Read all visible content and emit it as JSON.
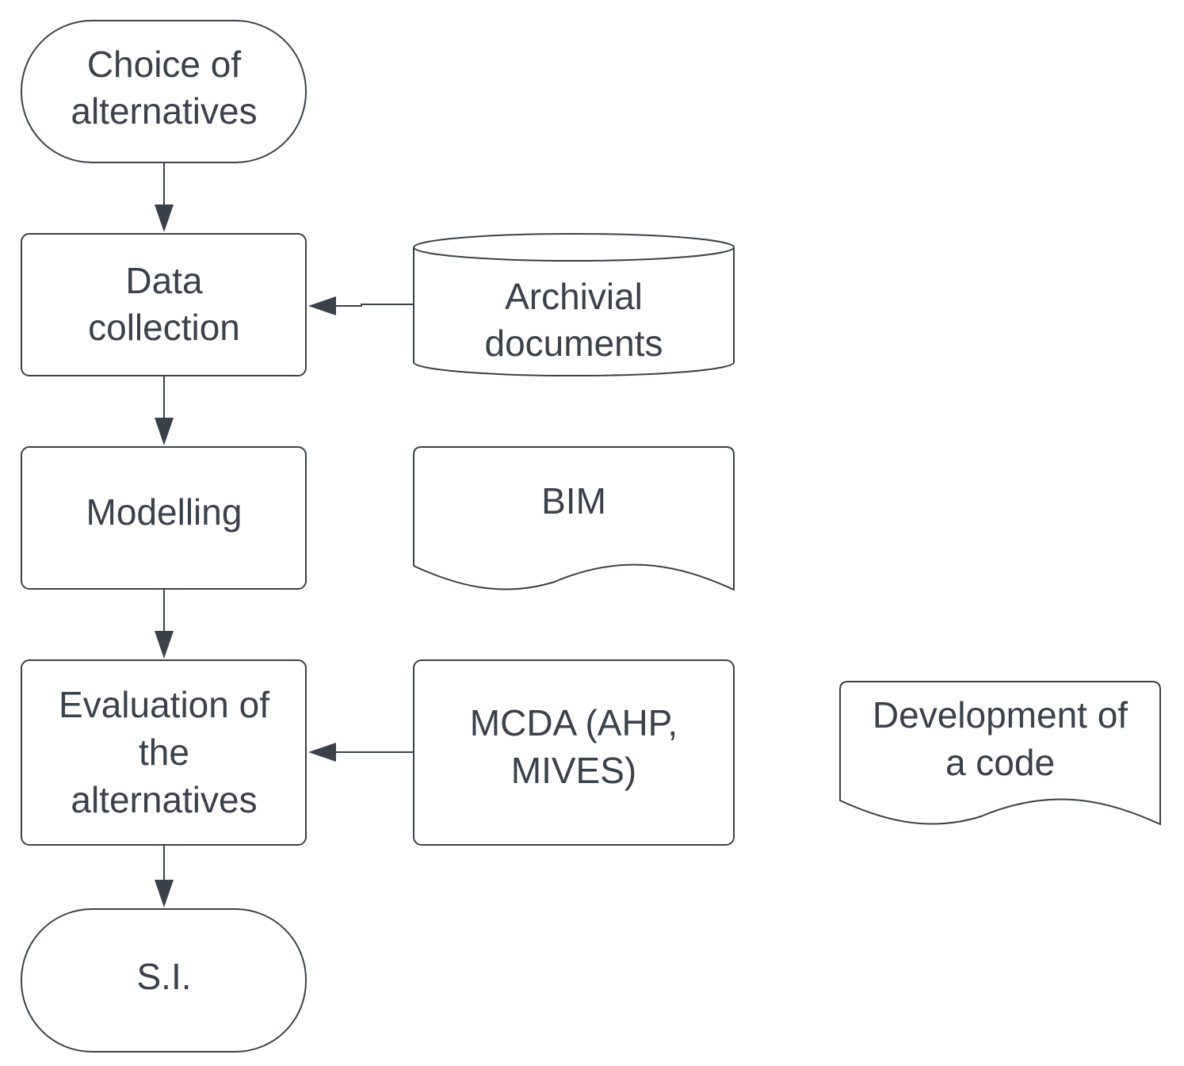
{
  "nodes": {
    "choice": {
      "line1": "Choice of",
      "line2": "alternatives"
    },
    "data_collection": {
      "line1": "Data",
      "line2": "collection"
    },
    "archival": {
      "line1": "Archivial",
      "line2": "documents"
    },
    "modelling": {
      "line1": "Modelling"
    },
    "bim": {
      "line1": "BIM"
    },
    "evaluation": {
      "line1": "Evaluation of",
      "line2": "the",
      "line3": "alternatives"
    },
    "mcda": {
      "line1": "MCDA (AHP,",
      "line2": "MIVES)"
    },
    "code": {
      "line1": "Development of",
      "line2": "a code"
    },
    "si": {
      "line1": "S.I."
    }
  },
  "colors": {
    "stroke": "#3a414a",
    "fill": "#ffffff",
    "text": "#3a414a"
  }
}
